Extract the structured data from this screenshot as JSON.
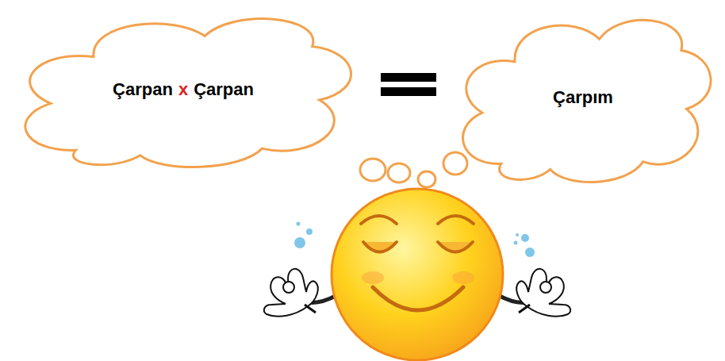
{
  "diagram": {
    "nodes": [
      {
        "text": [
          "Çarpan",
          "x",
          "Çarpan"
        ]
      },
      {
        "text": [
          "Çarpım"
        ]
      }
    ]
  }
}
